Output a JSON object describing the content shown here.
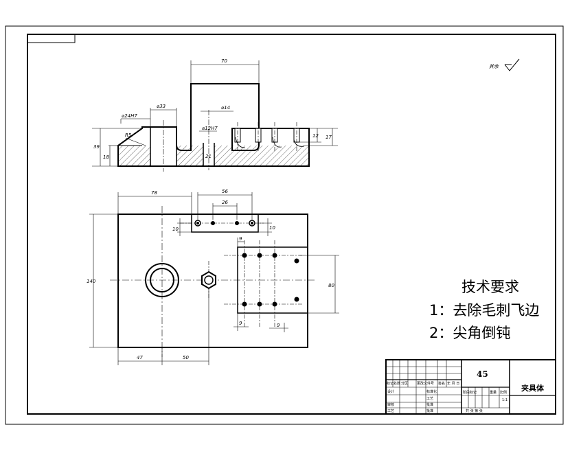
{
  "roughness_note": "其余",
  "dimensions": {
    "width_70": "70",
    "bore_33": "⌀33",
    "bore_14": "⌀14",
    "fit_24h7": "⌀24H7",
    "fit_12h7": "⌀12H7",
    "radius_r5": "R5",
    "height_39": "39",
    "height_18": "18",
    "depth_21": "21",
    "slot_12": "12",
    "slot_17": "17",
    "len_78": "78",
    "len_56": "56",
    "len_26": "26",
    "h_10_left": "10",
    "h_10_right": "10",
    "width_140": "140",
    "height_80": "80",
    "pitch_9_top": "9",
    "pitch_9_bottom_left": "9",
    "pitch_9_bottom_right": "9",
    "len_47": "47",
    "len_50": "50"
  },
  "requirements": {
    "title": "技术要求",
    "item1": "1：去除毛刺飞边",
    "item2": "2：尖角倒钝"
  },
  "title_block": {
    "material": "45",
    "part_name": "夹具体",
    "scale": "1:1",
    "labels": {
      "mark": "标记",
      "count": "处数",
      "zone": "分区",
      "change_doc": "更改文件号",
      "signature": "签名",
      "date": "年 月 日",
      "design": "设计",
      "standardize": "标准化",
      "stage_mark": "阶段标记",
      "weight": "重量",
      "ratio": "比例",
      "review": "审核",
      "process": "工艺",
      "approve": "批准",
      "sheets": "共 张 第 张"
    }
  }
}
